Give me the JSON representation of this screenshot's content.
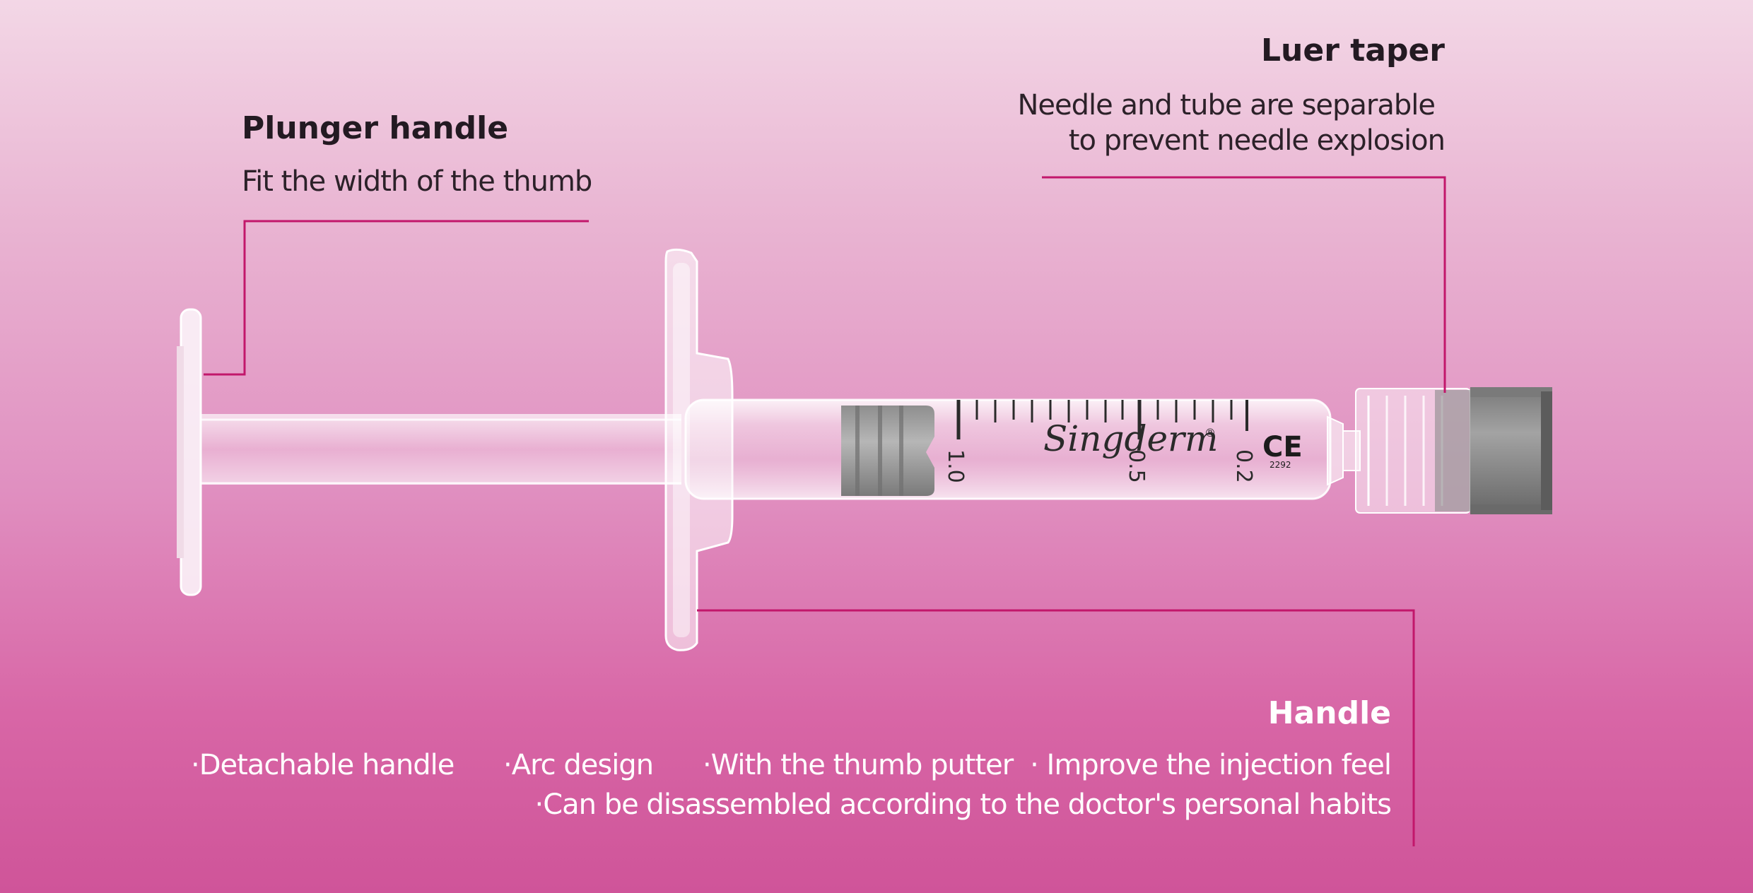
{
  "callouts": {
    "plunger": {
      "title": "Plunger handle",
      "description": "Fit the width of the thumb"
    },
    "luer": {
      "title": "Luer taper",
      "description_line1": "Needle and tube are separable",
      "description_line2": "to prevent needle explosion"
    },
    "handle": {
      "title": "Handle",
      "features": [
        "·Detachable handle",
        "·Arc design",
        "·With the thumb putter",
        "· Improve the injection feel"
      ],
      "feature_line2": "·Can be disassembled according to the doctor's personal habits"
    }
  },
  "syringe": {
    "brand": "Singderm",
    "brand_mark": "®",
    "certification": "CE",
    "cert_number": "2292",
    "scale_labels": [
      "1.0",
      "0.5",
      "0.2"
    ]
  },
  "colors": {
    "accent_line": "#c2176b",
    "background_top": "#f3d7e6",
    "background_bottom": "#cf5499"
  }
}
